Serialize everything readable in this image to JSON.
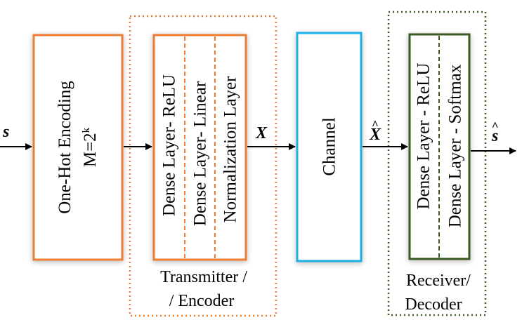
{
  "onehot": {
    "line1": "One-Hot Encoding",
    "line2_base": "M=2",
    "line2_exp": "k"
  },
  "transmitter": {
    "layer1": "Dense Layer- ReLU",
    "layer2": "Dense Layer- Linear",
    "layer3": "Normalization Layer",
    "caption_line1": "Transmitter /",
    "caption_line2": "/ Encoder"
  },
  "channel": {
    "label": "Channel"
  },
  "receiver": {
    "layer1": "Dense Layer - ReLU",
    "layer2": "Dense Layer - Softmax",
    "caption_line1": "Receiver/",
    "caption_line2": "Decoder"
  },
  "symbols": {
    "input": "s",
    "tx_output": "X",
    "channel_output": "X",
    "output": "s"
  },
  "colors": {
    "orange": "#ED7D31",
    "blue": "#1CB0E8",
    "green": "#3A5A22",
    "black": "#000000"
  }
}
